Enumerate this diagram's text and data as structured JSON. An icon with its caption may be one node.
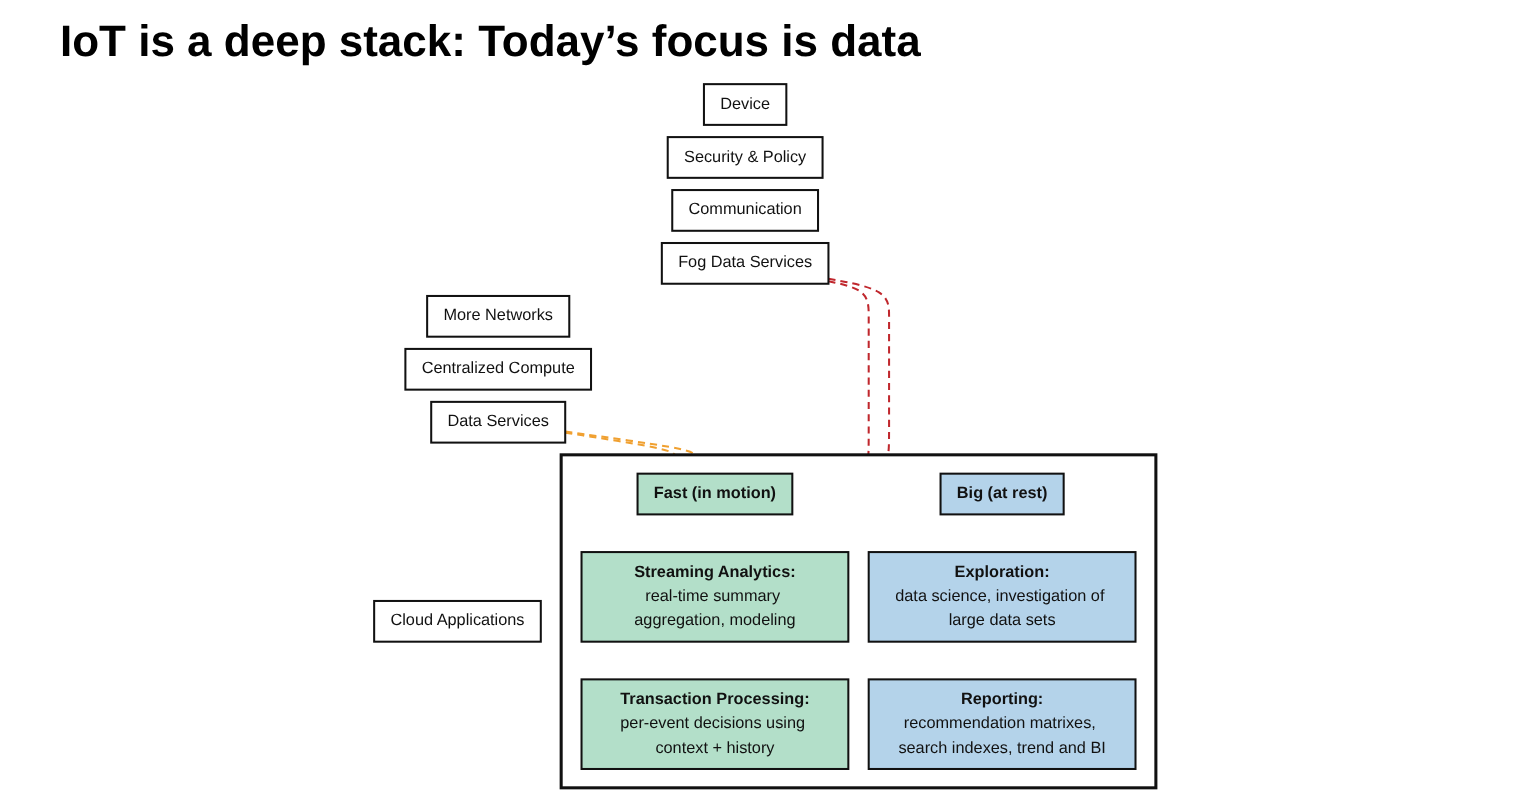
{
  "diagram": {
    "title": "IoT is a deep stack: Today’s focus is data",
    "nodes": [
      {
        "text": [
          "Device"
        ]
      },
      {
        "text": [
          "Security & Policy"
        ]
      },
      {
        "text": [
          "Communication"
        ]
      },
      {
        "text": [
          "Fog Data Services"
        ]
      },
      {
        "text": [
          "More Networks"
        ]
      },
      {
        "text": [
          "Centralized Compute"
        ]
      },
      {
        "text": [
          "Data Services"
        ]
      },
      {
        "text": [
          "Cloud Applications"
        ]
      },
      {
        "text": [],
        "shape": "box"
      },
      {
        "text": [
          "Fast (in motion)"
        ],
        "in": 8
      },
      {
        "text": [
          "Big (at rest)"
        ],
        "in": 8
      },
      {
        "text": [
          "Streaming Analytics:",
          "real-time summary aggregation, modeling"
        ],
        "in": 8
      },
      {
        "text": [
          "Exploration:",
          "data science, investigation of large data sets"
        ],
        "in": 8
      },
      {
        "text": [
          "Transaction Processing:",
          "per-event decisions using context + history"
        ],
        "in": 8
      },
      {
        "text": [
          "Reporting:",
          "recommendation matrixes, search indexes, trend and BI"
        ],
        "in": 8
      }
    ],
    "edges": [
      {
        "from": 3,
        "to": 8,
        "arrow": "none",
        "style": "dashed",
        "color": "#c0272d"
      },
      {
        "from": 3,
        "to": 8,
        "arrow": "none",
        "style": "dashed",
        "color": "#c0272d"
      },
      {
        "from": 6,
        "to": 8,
        "arrow": "none",
        "style": "dashed",
        "color": "#f0a030"
      },
      {
        "from": 6,
        "to": 8,
        "arrow": "none",
        "style": "dashed",
        "color": "#f0a030"
      }
    ]
  }
}
